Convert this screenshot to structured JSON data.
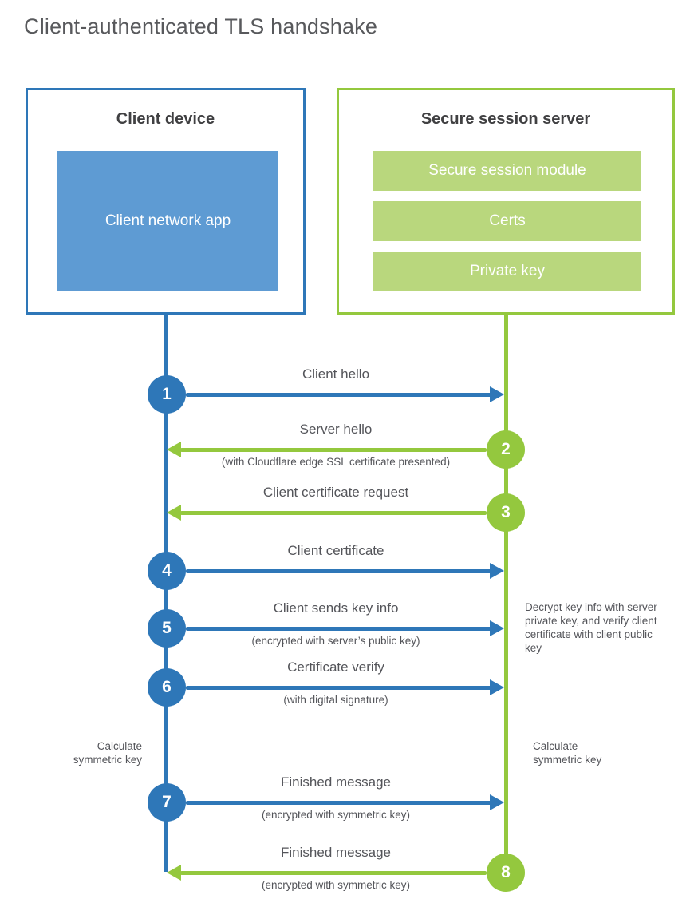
{
  "title": "Client-authenticated TLS handshake",
  "colors": {
    "blue_accent": "#2e77b8",
    "blue_fill": "#5e9bd3",
    "green_accent": "#94c83e",
    "green_fill": "#b9d77d",
    "text_gray": "#54555a"
  },
  "client_box": {
    "title": "Client device",
    "inner_label": "Client network app"
  },
  "server_box": {
    "title": "Secure session server",
    "modules": [
      "Secure session module",
      "Certs",
      "Private key"
    ]
  },
  "steps": [
    {
      "num": "1",
      "direction": "right",
      "color": "blue",
      "label": "Client hello",
      "sublabel": ""
    },
    {
      "num": "2",
      "direction": "left",
      "color": "green",
      "label": "Server hello",
      "sublabel": "(with Cloudflare edge SSL certificate presented)"
    },
    {
      "num": "3",
      "direction": "left",
      "color": "green",
      "label": "Client certificate request",
      "sublabel": ""
    },
    {
      "num": "4",
      "direction": "right",
      "color": "blue",
      "label": "Client certificate",
      "sublabel": ""
    },
    {
      "num": "5",
      "direction": "right",
      "color": "blue",
      "label": "Client sends key info",
      "sublabel": "(encrypted with server’s public key)"
    },
    {
      "num": "6",
      "direction": "right",
      "color": "blue",
      "label": "Certificate verify",
      "sublabel": "(with digital signature)"
    },
    {
      "num": "7",
      "direction": "right",
      "color": "blue",
      "label": "Finished message",
      "sublabel": "(encrypted with symmetric key)"
    },
    {
      "num": "8",
      "direction": "left",
      "color": "green",
      "label": "Finished message",
      "sublabel": "(encrypted with symmetric key)"
    }
  ],
  "annotations": {
    "decrypt_note": "Decrypt key info with server private key, and verify client certificate with client public key",
    "calculate_left": "Calculate symmetric key",
    "calculate_right": "Calculate symmetric key"
  }
}
